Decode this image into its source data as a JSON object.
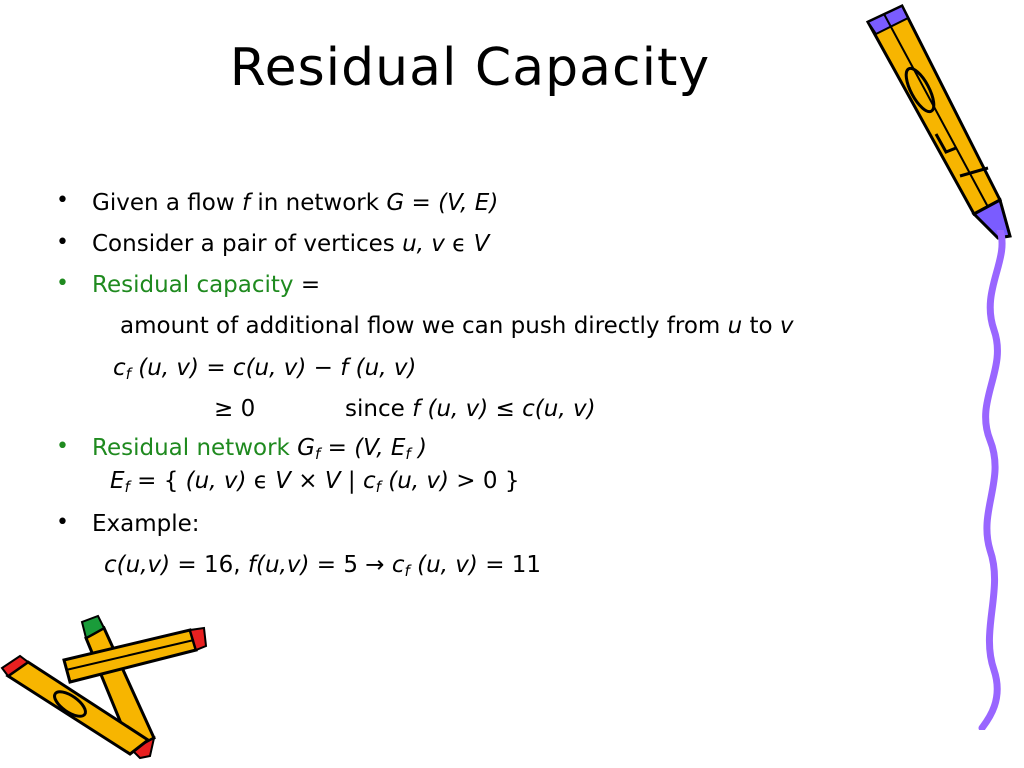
{
  "title": "Residual Capacity",
  "colors": {
    "accent_green": "#1f8a1f",
    "text": "#000000",
    "squiggle": "#9966ff"
  },
  "icons": [
    "crayon-icon",
    "crossed-crayons-icon",
    "squiggle-decoration"
  ],
  "lines": {
    "l1": {
      "a": "Given a flow ",
      "b": "f",
      "c": " in network ",
      "d": "G",
      "e": " = ",
      "f": "(V, E)"
    },
    "l2": {
      "a": "Consider a pair of vertices ",
      "b": "u, v",
      "c": " ϵ ",
      "d": "V"
    },
    "l3": {
      "a": "Residual capacity",
      "b": " ="
    },
    "l4": {
      "a": "amount of additional flow we can push directly from ",
      "b": "u",
      "c": "  to ",
      "d": "v"
    },
    "l5": {
      "a": "c",
      "b": "f",
      "c": " (u, v)",
      "d": " = ",
      "e": "c(u, v)",
      "f": " − ",
      "g": "f (u, v)"
    },
    "l6": {
      "a": "≥ 0",
      "b": "since ",
      "c": "f (u, v)",
      "d": " ≤ ",
      "e": "c(u, v)"
    },
    "l7": {
      "a": "Residual network ",
      "b": "G",
      "c": "f",
      "d": " = ",
      "e": "(V, E",
      "f": "f",
      "g": " )"
    },
    "l8": {
      "a": "E",
      "b": "f",
      "c": " = { ",
      "d": "(u, v)",
      "e": " ϵ ",
      "f": "V",
      "g": " × ",
      "h": "V",
      "i": "  |  ",
      "j": "c",
      "k": "f",
      "l": " (u, v)",
      "m": " > 0 }"
    },
    "l9": {
      "a": "Example:"
    },
    "l10": {
      "a": "c(u,v)",
      "b": " = 16, ",
      "c": "f(u,v)",
      "d": " = 5 ",
      "e": "→",
      "f": " c",
      "g": "f",
      "h": " (u, v)",
      "i": " = 11"
    }
  },
  "bullet_char": "•"
}
